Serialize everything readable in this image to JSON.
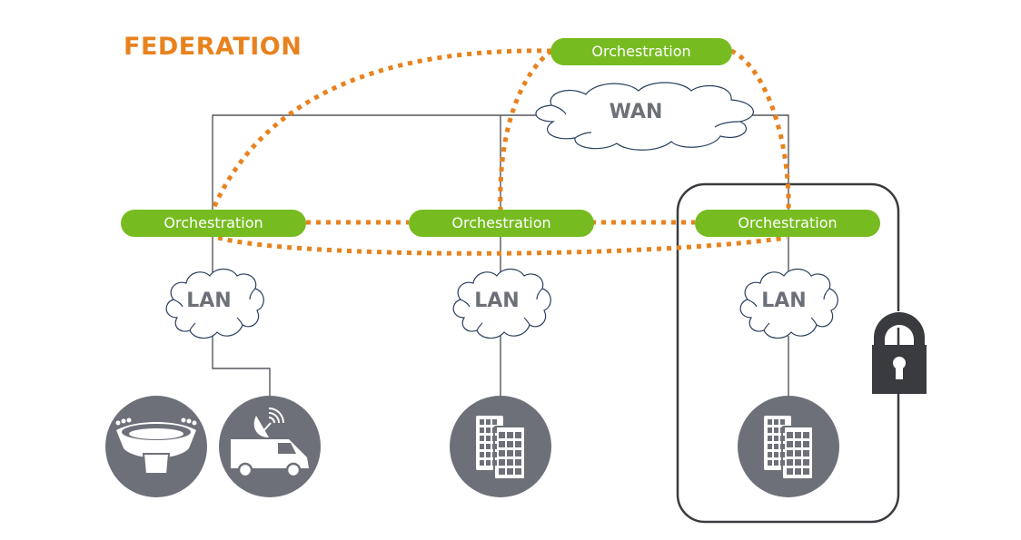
{
  "title": "FEDERATION",
  "colors": {
    "title": "#e8821e",
    "orchestration_fill": "#76bc21",
    "federation_link": "#e8821e",
    "wire": "#55575d",
    "cloud_stroke": "#2a3f5f",
    "site_icon_fill": "#6e7079",
    "secure_boundary": "#3a3b3f"
  },
  "global_orchestration": {
    "label": "Orchestration"
  },
  "wan": {
    "label": "WAN"
  },
  "sites": [
    {
      "orchestration": "Orchestration",
      "lan": "LAN",
      "endpoints": [
        {
          "icon": "stadium-icon"
        },
        {
          "icon": "broadcast-van-icon"
        }
      ],
      "secured": false
    },
    {
      "orchestration": "Orchestration",
      "lan": "LAN",
      "endpoints": [
        {
          "icon": "office-buildings-icon"
        }
      ],
      "secured": false
    },
    {
      "orchestration": "Orchestration",
      "lan": "LAN",
      "endpoints": [
        {
          "icon": "office-buildings-icon"
        }
      ],
      "secured": true,
      "security_icon": "padlock-icon"
    }
  ]
}
